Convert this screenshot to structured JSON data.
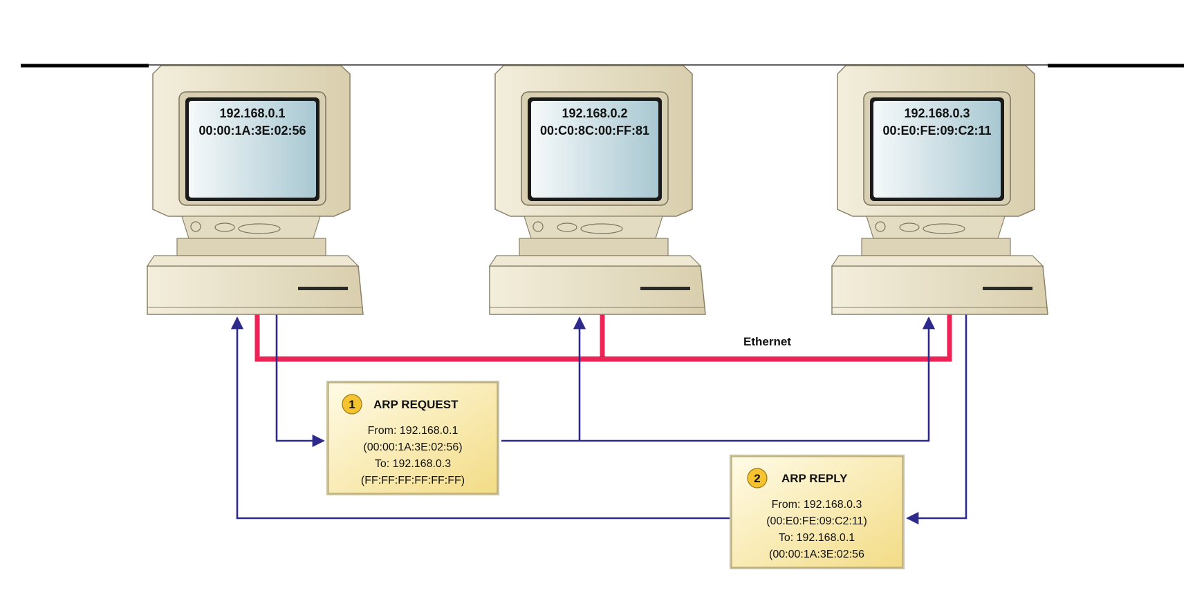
{
  "computers": [
    {
      "ip": "192.168.0.1",
      "mac": "00:00:1A:3E:02:56"
    },
    {
      "ip": "192.168.0.2",
      "mac": "00:C0:8C:00:FF:81"
    },
    {
      "ip": "192.168.0.3",
      "mac": "00:E0:FE:09:C2:11"
    }
  ],
  "network_label": "Ethernet",
  "arp_request": {
    "step": "1",
    "title": "ARP REQUEST",
    "lines": [
      "From: 192.168.0.1",
      "(00:00:1A:3E:02:56)",
      "To: 192.168.0.3",
      "(FF:FF:FF:FF:FF:FF)"
    ]
  },
  "arp_reply": {
    "step": "2",
    "title": "ARP REPLY",
    "lines": [
      "From: 192.168.0.3",
      "(00:E0:FE:09:C2:11)",
      "To: 192.168.0.1",
      "(00:00:1A:3E:02:56"
    ]
  },
  "colors": {
    "ethernet": "#ee2255",
    "arrow": "#2e2a8c",
    "computer_body": "#e8e0c8",
    "screen": "#c8dde4",
    "note_fill": "#fbf1c4",
    "badge": "#f5c230"
  }
}
